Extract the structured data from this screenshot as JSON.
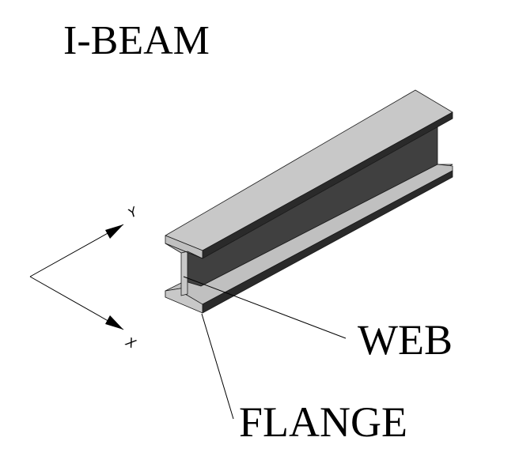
{
  "title": "I-BEAM",
  "labels": {
    "web": "WEB",
    "flange": "FLANGE"
  },
  "axes": {
    "y": "Y",
    "x": "X"
  },
  "colors": {
    "background": "#ffffff",
    "flange_top": "#c8c8c8",
    "flange_light": "#c0c0c0",
    "web_dark": "#404040",
    "shadow": "#2a2a2a",
    "edge": "#1a1a1a",
    "text": "#000000"
  }
}
